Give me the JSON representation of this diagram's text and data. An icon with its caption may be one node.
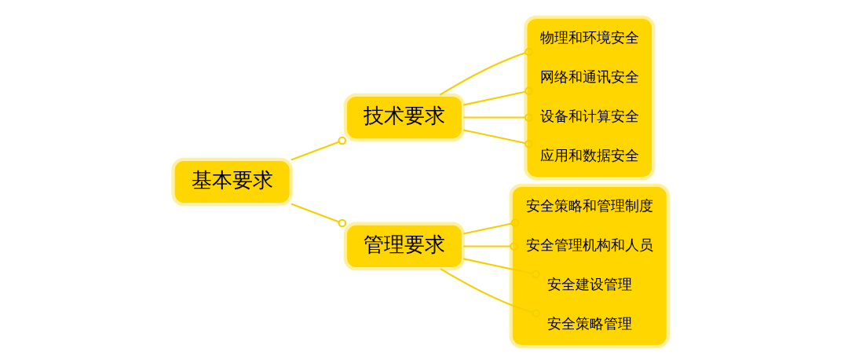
{
  "diagram": {
    "nodes": [
      {
        "text": [
          "基本要求"
        ]
      },
      {
        "text": [
          "技术要求"
        ]
      },
      {
        "text": [
          "管理要求"
        ]
      },
      {
        "text": [],
        "shape": "box"
      },
      {
        "text": [
          "物理和环境安全"
        ],
        "in": 3
      },
      {
        "text": [
          "网络和通讯安全"
        ],
        "in": 3
      },
      {
        "text": [
          "设备和计算安全"
        ],
        "in": 3
      },
      {
        "text": [
          "应用和数据安全"
        ],
        "in": 3
      },
      {
        "text": [],
        "shape": "box"
      },
      {
        "text": [
          "安全策略和管理制度"
        ],
        "in": 8
      },
      {
        "text": [
          "安全管理机构和人员"
        ],
        "in": 8
      },
      {
        "text": [
          "安全建设管理"
        ],
        "in": 8
      },
      {
        "text": [
          "安全策略管理"
        ],
        "in": 8
      }
    ],
    "edges": [
      {
        "from": 0,
        "to": 1,
        "arrow": "other"
      },
      {
        "from": 0,
        "to": 2,
        "arrow": "other"
      },
      {
        "from": 1,
        "to": 4,
        "arrow": "other"
      },
      {
        "from": 1,
        "to": 5,
        "arrow": "other"
      },
      {
        "from": 1,
        "to": 6,
        "arrow": "other"
      },
      {
        "from": 1,
        "to": 7,
        "arrow": "other"
      },
      {
        "from": 2,
        "to": 9,
        "arrow": "other"
      },
      {
        "from": 2,
        "to": 10,
        "arrow": "other"
      },
      {
        "from": 2,
        "to": 11,
        "arrow": "other"
      },
      {
        "from": 2,
        "to": 12,
        "arrow": "other"
      }
    ]
  }
}
